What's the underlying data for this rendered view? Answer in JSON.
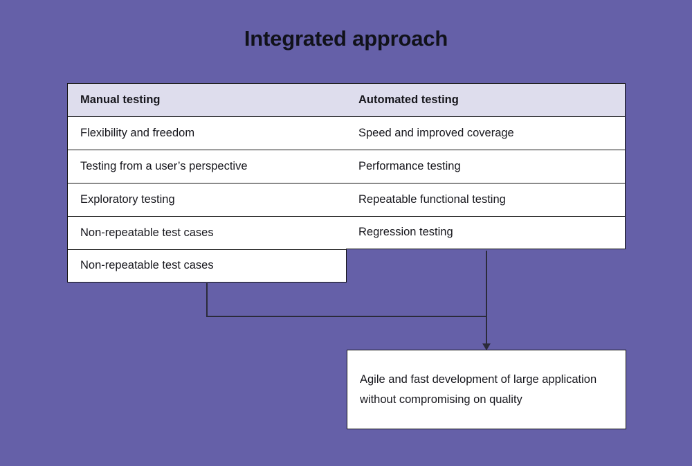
{
  "title": "Integrated approach",
  "colors": {
    "background": "#6560a8",
    "header_cell": "#dedded",
    "cell": "#ffffff",
    "border": "#111111",
    "connector": "#2b2b3a",
    "text": "#16161c"
  },
  "table": {
    "columns": [
      {
        "header": "Manual testing",
        "rows": [
          "Flexibility and freedom",
          "Testing from a user’s perspective",
          "Exploratory testing",
          "Non-repeatable test cases",
          "Non-repeatable test cases"
        ]
      },
      {
        "header": "Automated testing",
        "rows": [
          "Speed and improved coverage",
          "Performance testing",
          "Repeatable functional testing",
          "Regression testing"
        ]
      }
    ]
  },
  "outcome": {
    "text": "Agile and fast development of large application without compromising on quality"
  }
}
